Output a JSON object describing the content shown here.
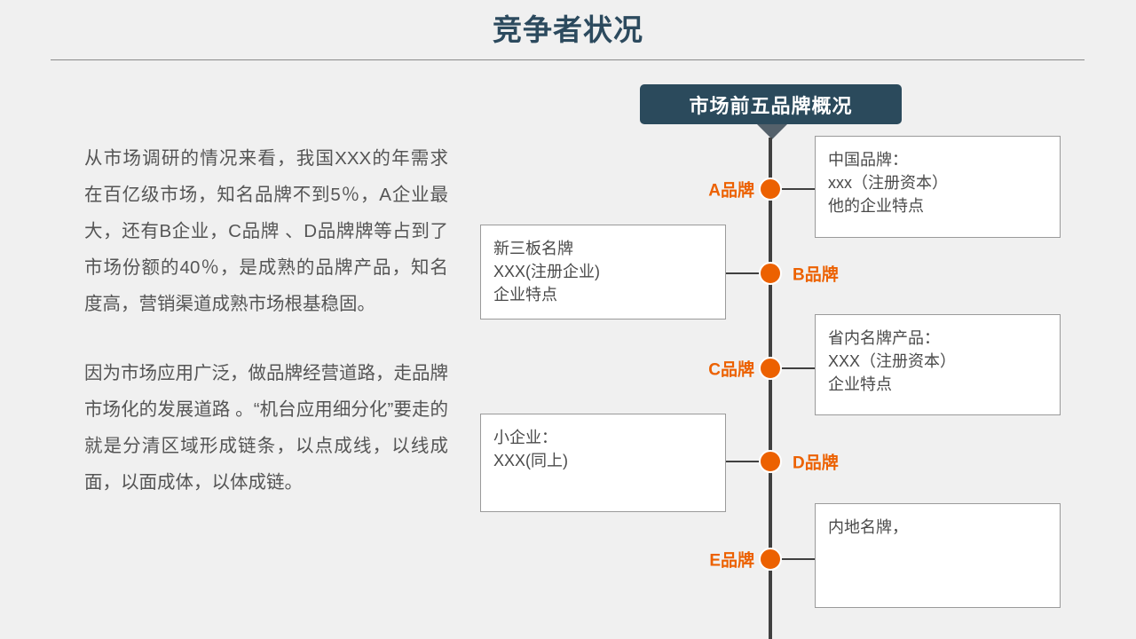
{
  "slide": {
    "title": "竞争者状况",
    "header_badge": "市场前五品牌概况"
  },
  "body": {
    "paragraphs": [
      "从市场调研的情况来看，我国XXX的年需求在百亿级市场，知名品牌不到5％，A企业最大，还有B企业，C品牌 、D品牌牌等占到了市场份额的40％，是成熟的品牌产品，知名度高，营销渠道成熟市场根基稳固。",
      "因为市场应用广泛，做品牌经营道路，走品牌市场化的发展道路 。“机台应用细分化”要走的就是分清区域形成链条，以点成线，以线成面，以面成体，以体成链。"
    ]
  },
  "timeline": {
    "nodes": [
      {
        "label": "A品牌",
        "label_side": "left",
        "box_side": "right",
        "box_lines": [
          "中国品牌：",
          "xxx（注册资本）",
          "他的企业特点"
        ]
      },
      {
        "label": "B品牌",
        "label_side": "right",
        "box_side": "left",
        "box_lines": [
          "新三板名牌",
          "XXX(注册企业)",
          "企业特点"
        ]
      },
      {
        "label": "C品牌",
        "label_side": "left",
        "box_side": "right",
        "box_lines": [
          "省内名牌产品：",
          "XXX（注册资本）",
          "企业特点"
        ]
      },
      {
        "label": "D品牌",
        "label_side": "right",
        "box_side": "left",
        "box_lines": [
          "小企业：",
          "XXX(同上)"
        ]
      },
      {
        "label": "E品牌",
        "label_side": "left",
        "box_side": "right",
        "box_lines": [
          "内地名牌，"
        ]
      }
    ]
  },
  "colors": {
    "background": "#F0F0F0",
    "title": "#2C4A5E",
    "badge_fill": "#2B4A5C",
    "accent_orange": "#EC6101",
    "spine": "#404040",
    "box_border": "#9A9A9A",
    "body_text": "#555555"
  }
}
